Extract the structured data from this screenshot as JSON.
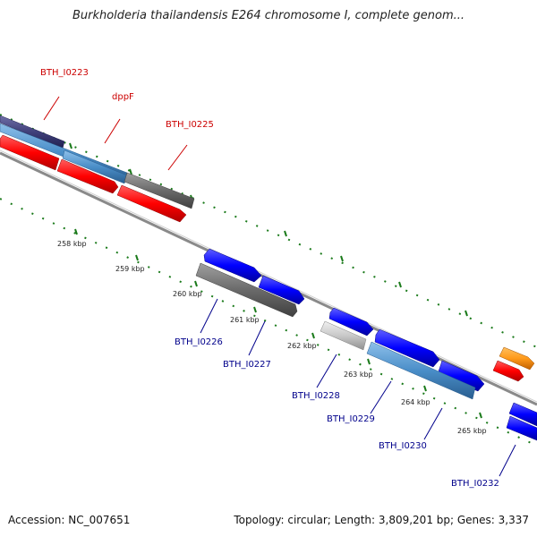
{
  "title": "Burkholderia thailandensis E264 chromosome I, complete genom...",
  "footer": {
    "accession": "Accession: NC_007651",
    "summary": "Topology: circular; Length: 3,809,201 bp; Genes: 3,337"
  },
  "colors": {
    "backbone": "#8a8a8a",
    "tick": "#1a7a1a",
    "red_gene": "#ff1a1a",
    "blue_gene": "#1a1aff",
    "gray_gene": "#707070",
    "steel_gene": "#4a8ec8",
    "orange_gene": "#ff9a1a",
    "navy_gene": "#40407a",
    "label_red": "#cc0000",
    "label_blue": "#00008b"
  },
  "scale_ticks": [
    "258 kbp",
    "259 kbp",
    "260 kbp",
    "261 kbp",
    "262 kbp",
    "263 kbp",
    "264 kbp",
    "265 kbp"
  ],
  "gene_labels_top": [
    "BTH_I0223",
    "dppF",
    "BTH_I0225"
  ],
  "gene_labels_bottom": [
    "BTH_I0226",
    "BTH_I0227",
    "BTH_I0228",
    "BTH_I0229",
    "BTH_I0230",
    "BTH_I0232"
  ]
}
